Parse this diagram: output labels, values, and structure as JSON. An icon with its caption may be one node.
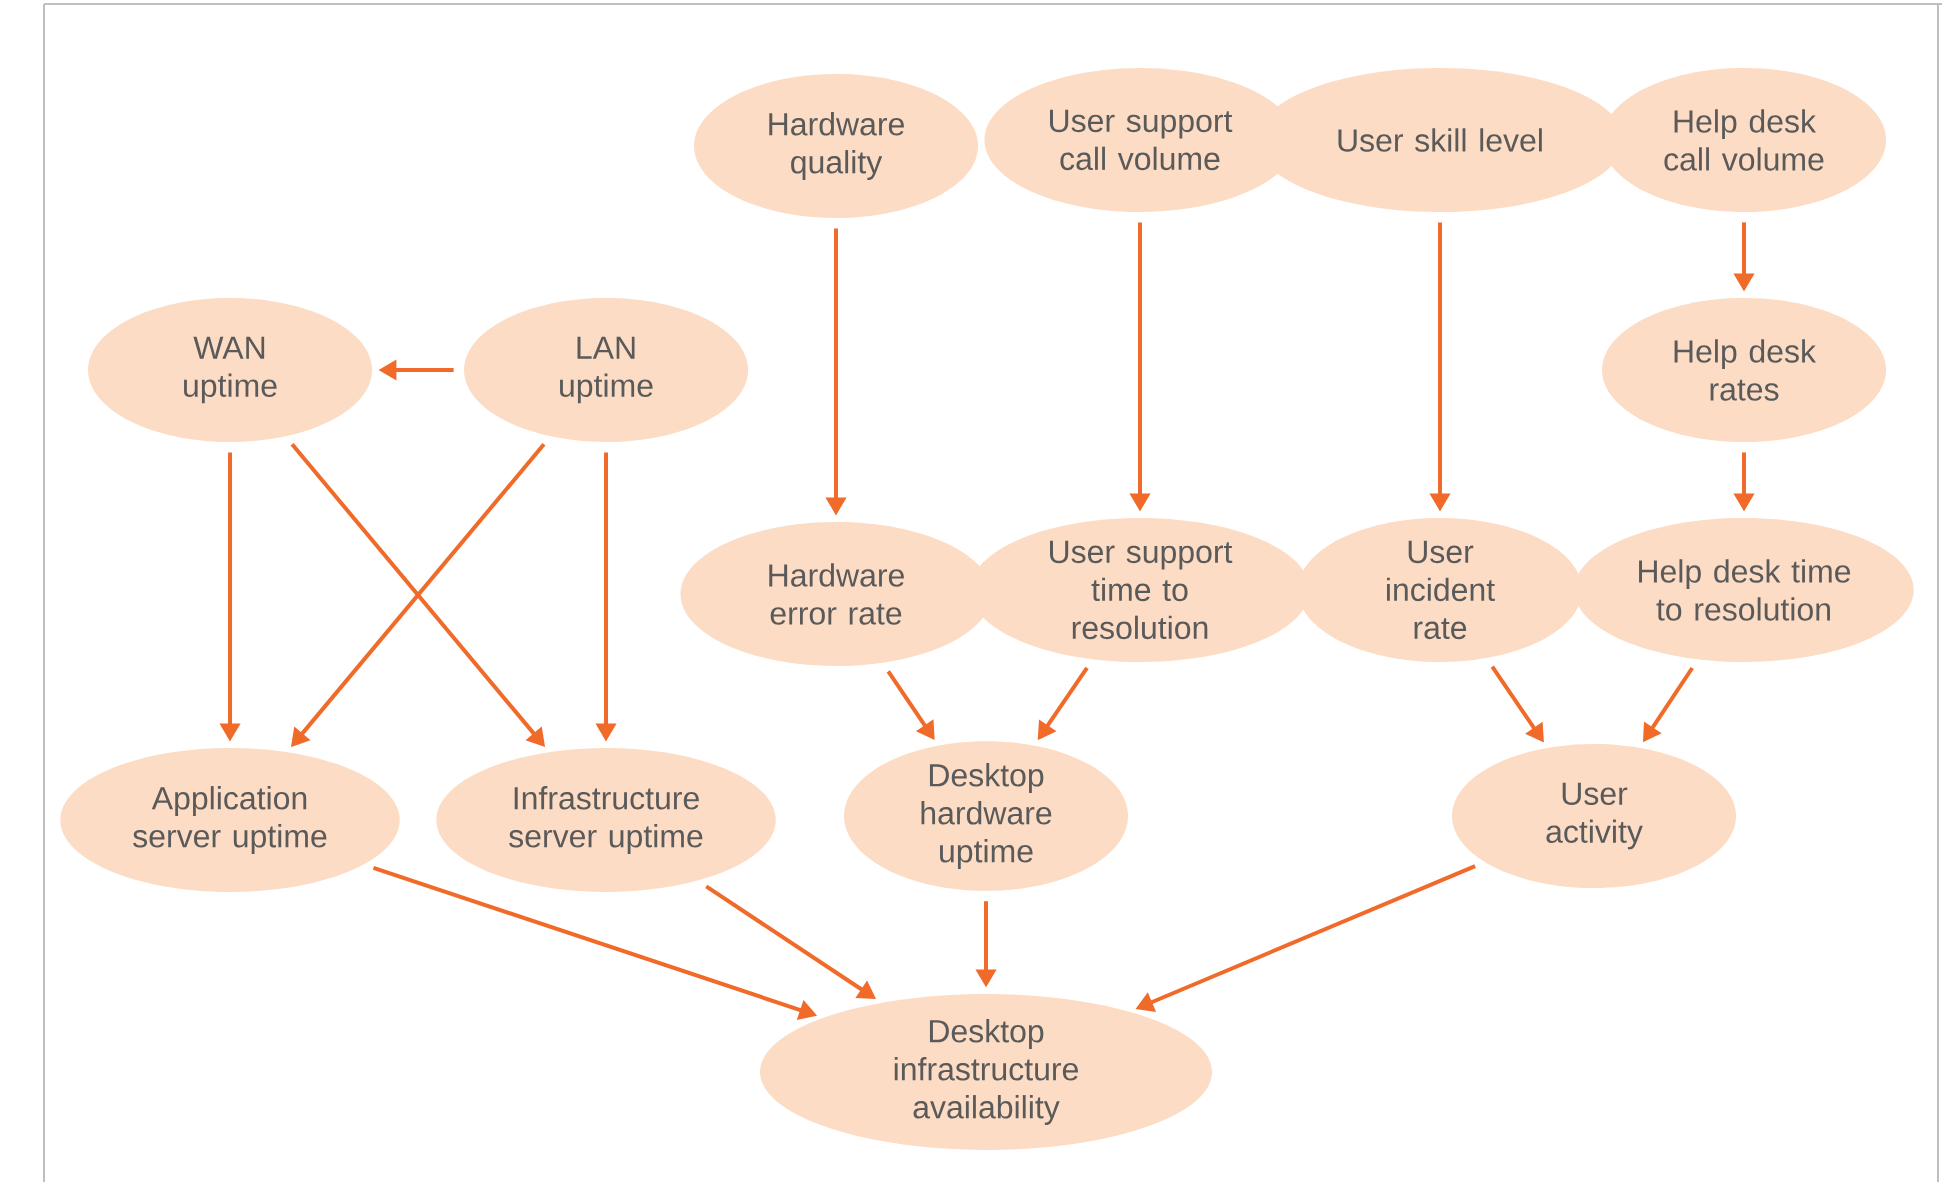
{
  "diagram": {
    "nodes": [
      {
        "text": [
          "Hardware quality"
        ]
      },
      {
        "text": [
          "User support call volume"
        ]
      },
      {
        "text": [
          "User skill level"
        ]
      },
      {
        "text": [
          "Help desk call volume"
        ]
      },
      {
        "text": [
          "WAN uptime"
        ]
      },
      {
        "text": [
          "LAN uptime"
        ]
      },
      {
        "text": [
          "Help desk rates"
        ]
      },
      {
        "text": [
          "Hardware error rate"
        ]
      },
      {
        "text": [
          "User support time to resolution"
        ]
      },
      {
        "text": [
          "User incident rate"
        ]
      },
      {
        "text": [
          "Help desk time to resolution"
        ]
      },
      {
        "text": [
          "Application server uptime"
        ]
      },
      {
        "text": [
          "Infrastructure server uptime"
        ]
      },
      {
        "text": [
          "Desktop hardware uptime"
        ]
      },
      {
        "text": [
          "User activity"
        ]
      },
      {
        "text": [
          "Desktop infrastructure availability"
        ]
      }
    ],
    "edges": [
      {
        "from": 5,
        "to": 4,
        "arrow": "to"
      },
      {
        "from": 4,
        "to": 11,
        "arrow": "to"
      },
      {
        "from": 4,
        "to": 12,
        "arrow": "to"
      },
      {
        "from": 5,
        "to": 11,
        "arrow": "to"
      },
      {
        "from": 5,
        "to": 12,
        "arrow": "to"
      },
      {
        "from": 0,
        "to": 7,
        "arrow": "to"
      },
      {
        "from": 1,
        "to": 8,
        "arrow": "to"
      },
      {
        "from": 2,
        "to": 9,
        "arrow": "to"
      },
      {
        "from": 3,
        "to": 6,
        "arrow": "to"
      },
      {
        "from": 6,
        "to": 10,
        "arrow": "to"
      },
      {
        "from": 7,
        "to": 13,
        "arrow": "to"
      },
      {
        "from": 8,
        "to": 13,
        "arrow": "to"
      },
      {
        "from": 9,
        "to": 14,
        "arrow": "to"
      },
      {
        "from": 10,
        "to": 14,
        "arrow": "to"
      },
      {
        "from": 11,
        "to": 15,
        "arrow": "to"
      },
      {
        "from": 12,
        "to": 15,
        "arrow": "to"
      },
      {
        "from": 13,
        "to": 15,
        "arrow": "to"
      },
      {
        "from": 14,
        "to": 15,
        "arrow": "to"
      }
    ]
  }
}
